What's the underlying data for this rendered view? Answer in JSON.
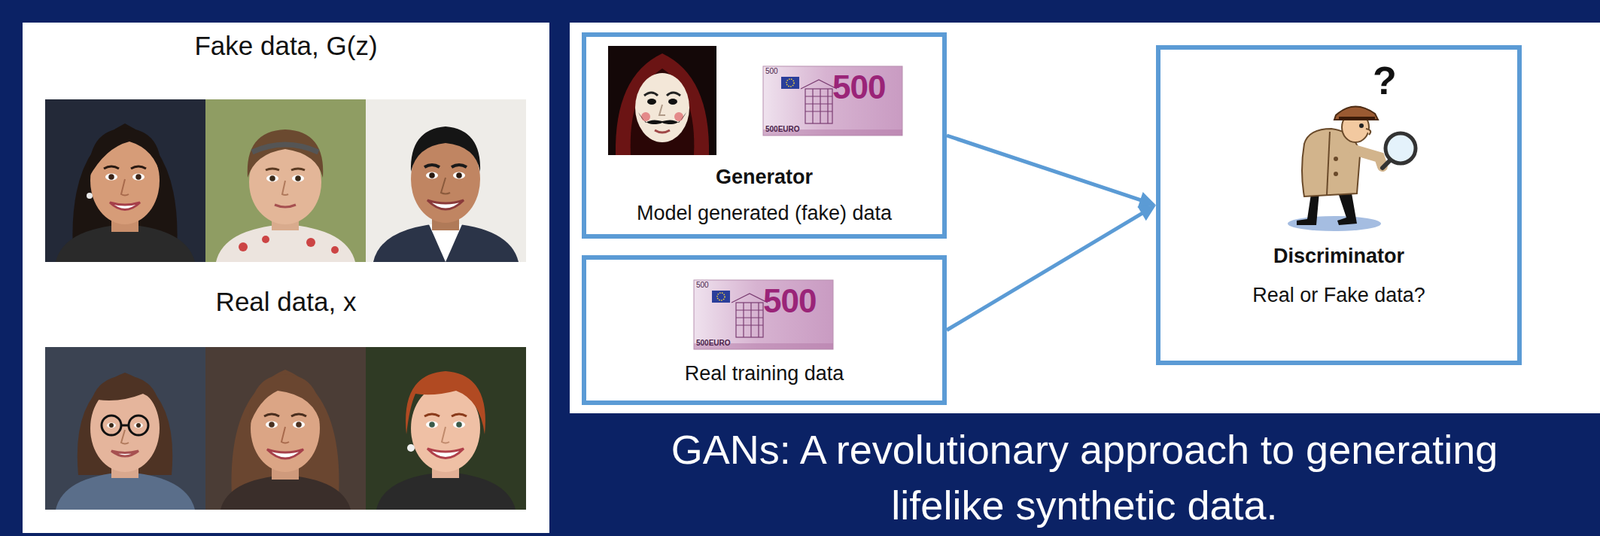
{
  "diagram": {
    "caption": "GANs: A revolutionary approach to generating lifelike synthetic data.",
    "nodes": [
      {
        "text": [
          "Fake data, G(z)",
          "Real data, x"
        ]
      },
      {
        "text": [
          "Generator",
          "Model generated (fake) data"
        ]
      },
      {
        "text": [
          "Real training data"
        ]
      },
      {
        "text": [
          "?",
          "Discriminator",
          "Real or Fake data?"
        ]
      }
    ],
    "edges": [
      {
        "from": 1,
        "to": 3,
        "arrow": "to"
      },
      {
        "from": 2,
        "to": 3,
        "arrow": "to"
      }
    ],
    "labels": [
      "500",
      "500",
      "500EURO",
      "500",
      "500",
      "500EURO"
    ]
  }
}
